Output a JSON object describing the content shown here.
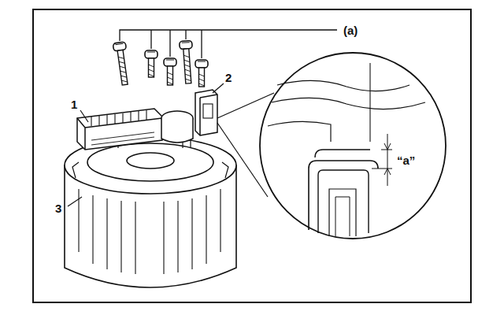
{
  "diagram": {
    "labels": [
      "(a)",
      "1",
      "2",
      "3",
      "“a”"
    ]
  }
}
